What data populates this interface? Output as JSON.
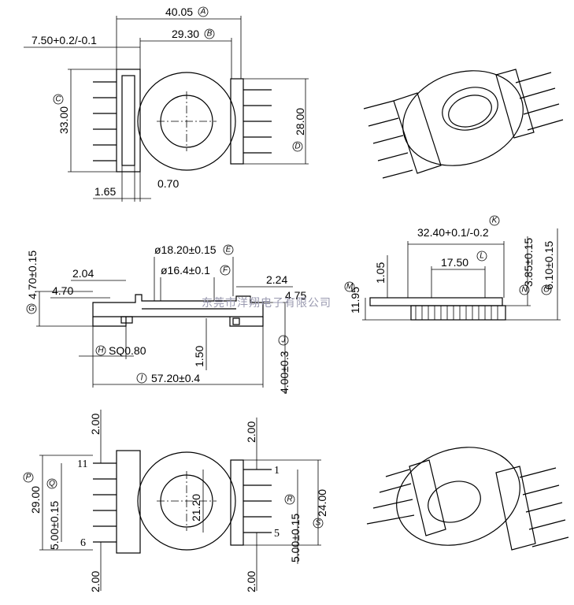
{
  "top_view": {
    "dim_width": "40.05",
    "tag_width": "A",
    "dim_offset": "7.50+0.2/-0.1",
    "dim_inner": "29.30",
    "tag_inner": "B",
    "dim_height": "33.00",
    "tag_height": "C",
    "dim_height_right": "28.00",
    "tag_height_right": "D",
    "dim_pin_a": "1.65",
    "dim_pin_b": "0.70"
  },
  "side_view": {
    "dim_dia_outer": "ø18.20±0.15",
    "tag_dia_outer": "E",
    "dim_dia_inner": "ø16.4±0.1",
    "tag_dia_inner": "F",
    "dim_left_height": "4.70±0.15",
    "tag_left_height": "G",
    "dim_step_a": "2.04",
    "dim_step_b": "4.70",
    "dim_step_c": "2.24",
    "dim_step_d": "4.75",
    "dim_pin_sq": "SQ0.80",
    "tag_pin_sq": "H",
    "dim_mid": "1.50",
    "dim_total": "57.20±0.4",
    "tag_total": "I",
    "dim_pin_len": "4.00±0.3",
    "tag_pin_len": "J"
  },
  "end_view": {
    "dim_span": "32.40+0.1/-0.2",
    "tag_span": "K",
    "dim_core": "17.50",
    "tag_core": "L",
    "dim_top": "1.05",
    "dim_height": "11.95",
    "tag_height": "M",
    "dim_right_a": "3.85±0.15",
    "tag_right_a": "N",
    "dim_right_b": "6.10±0.15",
    "tag_right_b": "O"
  },
  "bottom_view": {
    "dim_top_left": "2.00",
    "dim_top_right": "2.00",
    "dim_bot_left": "2.00",
    "dim_bot_right": "2.00",
    "dim_height": "29.00",
    "tag_height": "P",
    "dim_pitch_left": "5.00±0.15",
    "tag_pitch_left": "Q",
    "dim_center": "21.20",
    "tag_center": "R",
    "dim_pitch_right": "5.00±0.15",
    "dim_right_height": "24.00",
    "tag_right_height": "S",
    "pin_label_11": "11",
    "pin_label_6": "6",
    "pin_label_1": "1",
    "pin_label_5": "5"
  },
  "watermark": "东莞市洋翔电子有限公司"
}
